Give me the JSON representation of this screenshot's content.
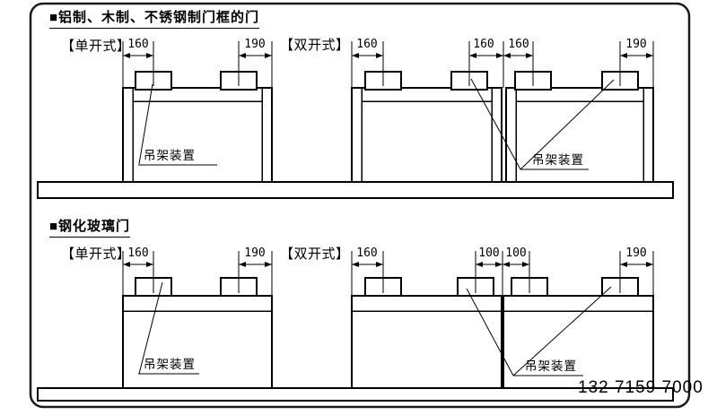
{
  "colors": {
    "line": "#000000",
    "background": "#ffffff"
  },
  "sections": [
    {
      "title": "■铝制、木制、不锈钢制门框的门",
      "single": {
        "label": "【单开式】",
        "dims": [
          "160",
          "190"
        ],
        "hanger_label": "吊架装置"
      },
      "double": {
        "label": "【双开式】",
        "dims": [
          "160",
          "160",
          "160",
          "190"
        ],
        "hanger_label": "吊架装置"
      }
    },
    {
      "title": "■钢化玻璃门",
      "single": {
        "label": "【单开式】",
        "dims": [
          "160",
          "190"
        ],
        "hanger_label": "吊架装置"
      },
      "double": {
        "label": "【双开式】",
        "dims": [
          "160",
          "100",
          "100",
          "190"
        ],
        "hanger_label": "吊架装置"
      }
    }
  ],
  "footer": {
    "phone": "132 7159 7000"
  }
}
